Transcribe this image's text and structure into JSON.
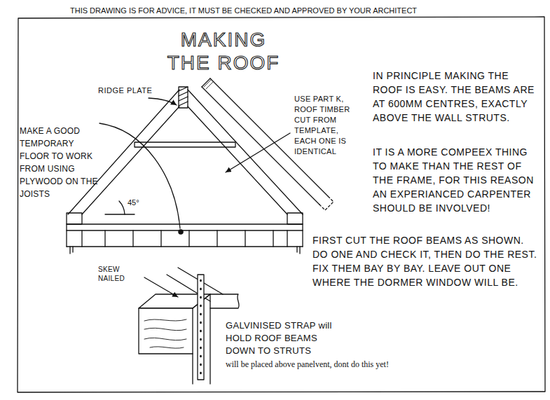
{
  "diagram": {
    "title": "MAKING THE ROOF",
    "labels": [
      "THIS DRAWING IS FOR ADVICE, IT MUST BE CHECKED AND APPROVED BY YOUR ARCHITECT",
      "RIDGE PLATE",
      "USE PART K, ROOF TIMBER CUT FROM TEMPLATE, EACH ONE IS IDENTICAL",
      "MAKE A GOOD TEMPORARY FLOOR TO WORK FROM USING PLYWOOD ON THE JOISTS",
      "45°",
      "IN PRINCIPLE MAKING THE ROOF IS EASY. THE BEAMS ARE AT 600MM CENTRES, EXACTLY ABOVE THE WALL STRUTS.",
      "IT IS A MORE COMPEEX THING TO MAKE THAN THE REST OF THE FRAME, FOR THIS REASON AN EXPERIANCED CARPENTER SHOULD BE INVOLVED!",
      "FIRST CUT THE ROOF BEAMS AS SHOWN. DO ONE AND CHECK IT, THEN DO THE REST. FIX THEM BAY BY BAY. LEAVE OUT ONE WHERE THE DORMER WINDOW WILL BE.",
      "SKEW NAILED",
      "GALVINISED STRAP will HOLD ROOF BEAMS DOWN TO STRUTS",
      "will be placed above panelvent, dont do this yet!"
    ]
  }
}
